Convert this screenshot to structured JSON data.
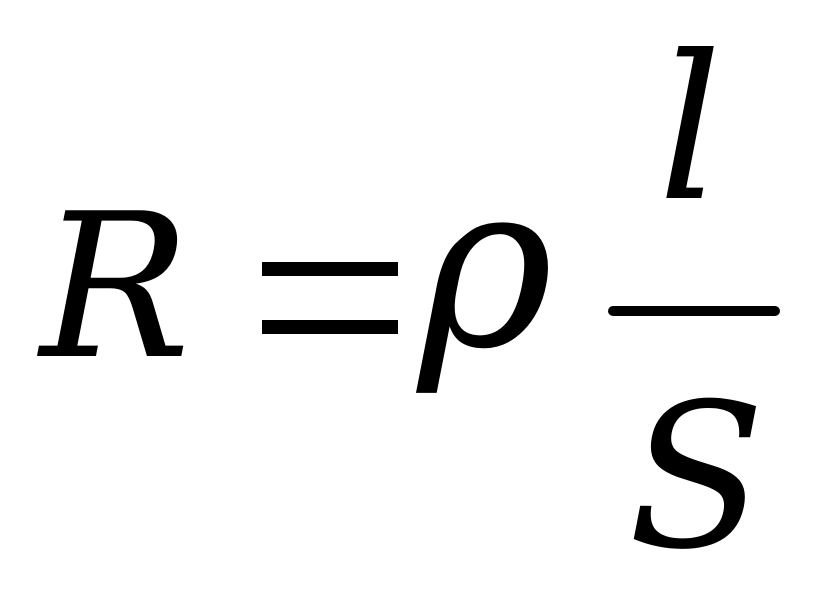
{
  "formula": {
    "lhs": "R",
    "equals": "=",
    "coefficient": "ρ",
    "numerator": "l",
    "denominator": "S"
  },
  "colors": {
    "text": "#000000",
    "background": "#ffffff"
  }
}
